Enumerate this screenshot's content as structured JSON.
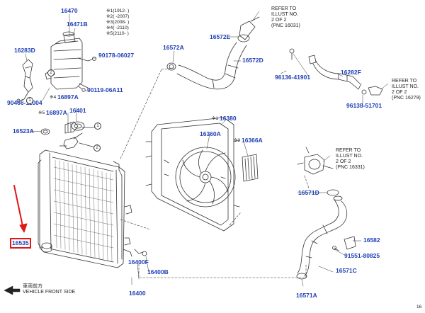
{
  "colors": {
    "part_number": "#1f3fb5",
    "highlight": "#e01818",
    "line": "#333333"
  },
  "notes": [
    {
      "mark": "※1",
      "text": "(1912-     )"
    },
    {
      "mark": "※2",
      "text": "(     -2007)"
    },
    {
      "mark": "※3",
      "text": "(2008-     )"
    },
    {
      "mark": "※4",
      "text": "(     -2110)"
    },
    {
      "mark": "※5",
      "text": "(2110-     )"
    }
  ],
  "parts": {
    "p16470": "16470",
    "p16471B": "16471B",
    "p16283D": "16283D",
    "p90178": "90178-06027",
    "p90119": "90119-06A11",
    "p90466": "90466-11004",
    "p16897A_4": "16897A",
    "p16897A_5": "16897A",
    "p16401": "16401",
    "p16523A": "16523A",
    "p16535": "16535",
    "p16572E": "16572E",
    "p16572A": "16572A",
    "p16572D": "16572D",
    "p16380": "16380",
    "p16360A": "16360A",
    "p16366A": "16366A",
    "p96136": "96136-41901",
    "p16282F": "16282F",
    "p96138": "96138-51701",
    "p16571D": "16571D",
    "p16582": "16582",
    "p91551": "91551-80825",
    "p16571C": "16571C",
    "p16571A": "16571A",
    "p16400F": "16400F",
    "p16400B": "16400B",
    "p16400": "16400"
  },
  "marks": {
    "m4": "※4",
    "m5": "※5",
    "m1": "※1",
    "m3": "※3"
  },
  "refs": {
    "r16031": "REFER TO\nILLUST NO.\n2 OF 2\n(PNC 16031)",
    "r16279": "REFER TO\nILLUST NO.\n2 OF 2\n(PNC 16279)",
    "r16331": "REFER TO\nILLUST NO.\n2 OF 2\n(PNC 16331)"
  },
  "markers": {
    "c1": "1",
    "c2": "2",
    "c1b": "1",
    "c2b": "2"
  },
  "front": {
    "line1": "車両前方",
    "line2": "VEHICLE FRONT SIDE"
  },
  "corner_text": "16"
}
